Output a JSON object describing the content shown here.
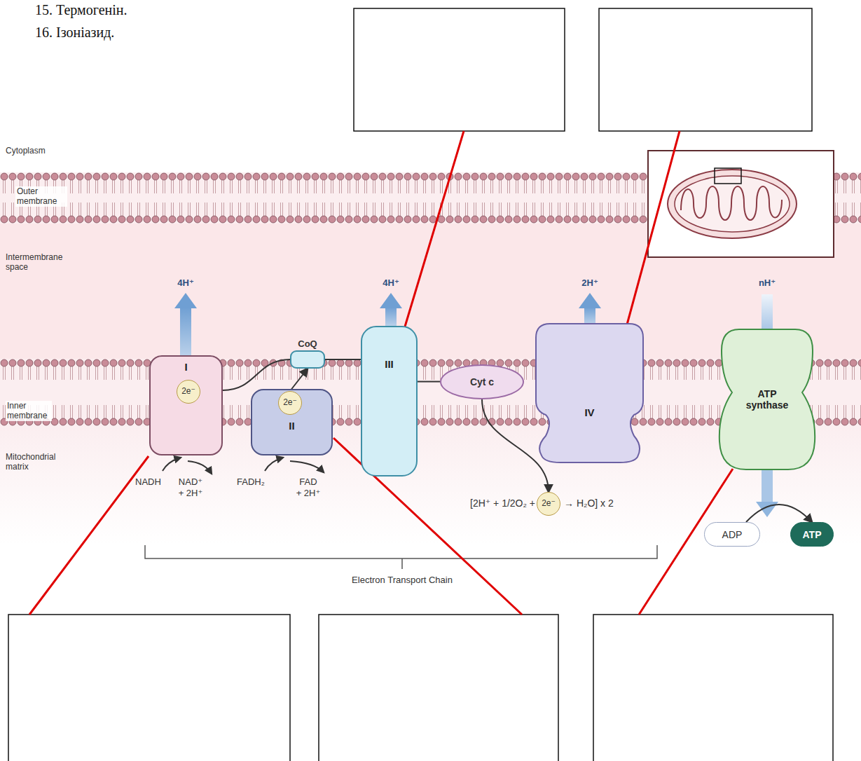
{
  "diagram": {
    "nodes": [
      {
        "text": [
          "I"
        ]
      },
      {
        "text": [
          "2e⁻"
        ],
        "in": 0
      },
      {
        "text": [
          "CoQ"
        ]
      },
      {
        "text": [
          "II"
        ]
      },
      {
        "text": [
          "2e⁻"
        ],
        "in": 3
      },
      {
        "text": [
          "III"
        ]
      },
      {
        "text": [
          "Cyt c"
        ]
      },
      {
        "text": [
          "IV"
        ]
      },
      {
        "text": [
          "ATP synthase"
        ]
      },
      {
        "text": [
          "2e⁻"
        ]
      },
      {
        "text": [
          "ADP"
        ]
      },
      {
        "text": [
          "ATP"
        ]
      }
    ],
    "edges": [
      {
        "from": 0,
        "to": 2,
        "arrow": "none"
      },
      {
        "from": 4,
        "to": 2,
        "arrow": "to"
      },
      {
        "from": 2,
        "to": 5,
        "arrow": "none"
      },
      {
        "from": 5,
        "to": 6,
        "arrow": "none"
      },
      {
        "from": 6,
        "to": 9,
        "arrow": "to"
      },
      {
        "from": 10,
        "to": 11,
        "arrow": "to"
      }
    ],
    "labels": [
      "15. Термогенін.",
      "16. Ізоніазид.",
      "Cytoplasm",
      "Outer membrane",
      "Intermembrane space",
      "4H⁺",
      "4H⁺",
      "2H⁺",
      "nH⁺",
      "Inner membrane",
      "Mitochondrial matrix",
      "NADH",
      "NAD⁺ + 2H⁺",
      "FADH₂",
      "FAD + 2H⁺",
      "[2H⁺ + 1/2O₂ +",
      "→ H₂O] x 2",
      "Electron Transport Chain"
    ]
  }
}
